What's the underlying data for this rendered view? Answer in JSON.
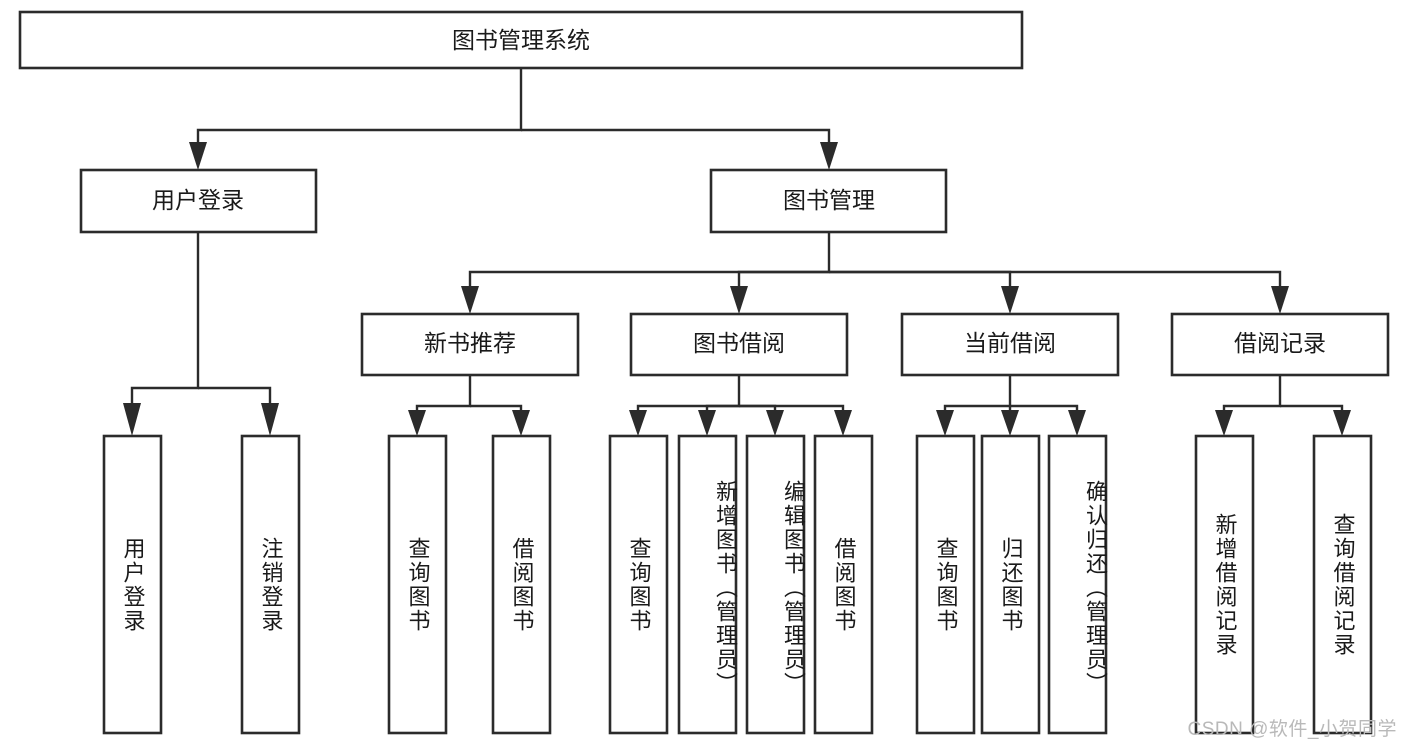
{
  "diagram": {
    "title": "图书管理系统",
    "root": {
      "label": "图书管理系统"
    },
    "level2": [
      {
        "label": "用户登录"
      },
      {
        "label": "图书管理"
      }
    ],
    "level3": [
      {
        "label": "新书推荐"
      },
      {
        "label": "图书借阅"
      },
      {
        "label": "当前借阅"
      },
      {
        "label": "借阅记录"
      }
    ],
    "leaves": {
      "user_login": [
        {
          "label": "用户登录"
        },
        {
          "label": "注销登录"
        }
      ],
      "new_book_recommend": [
        {
          "label": "查询图书"
        },
        {
          "label": "借阅图书"
        }
      ],
      "book_borrow": [
        {
          "label": "查询图书"
        },
        {
          "label": "新增图书（管理员）"
        },
        {
          "label": "编辑图书（管理员）"
        },
        {
          "label": "借阅图书"
        }
      ],
      "current_borrow": [
        {
          "label": "查询图书"
        },
        {
          "label": "归还图书"
        },
        {
          "label": "确认归还（管理员）"
        }
      ],
      "borrow_record": [
        {
          "label": "新增借阅记录"
        },
        {
          "label": "查询借阅记录"
        }
      ]
    },
    "watermark": "CSDN @软件_小贺同学",
    "colors": {
      "stroke": "#2b2b2b",
      "fill": "#ffffff",
      "text": "#1a1a1a",
      "watermark": "#b9b9b9"
    }
  }
}
